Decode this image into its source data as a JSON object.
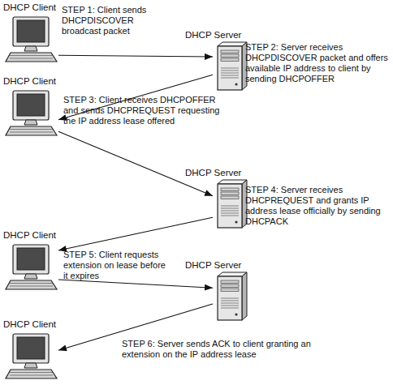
{
  "diagram": {
    "nodes": [
      {
        "text": [
          "DHCP Client"
        ]
      },
      {
        "text": [
          "DHCP Server"
        ]
      },
      {
        "text": [
          "DHCP Client"
        ]
      },
      {
        "text": [
          "DHCP Server"
        ]
      },
      {
        "text": [
          "DHCP Client"
        ]
      },
      {
        "text": [
          "DHCP Server"
        ]
      },
      {
        "text": [
          "DHCP Client"
        ]
      }
    ],
    "edges": [
      {
        "from": 0,
        "to": 1,
        "arrow": "to"
      },
      {
        "from": 1,
        "to": 2,
        "arrow": "to"
      },
      {
        "from": 2,
        "to": 3,
        "arrow": "to"
      },
      {
        "from": 3,
        "to": 4,
        "arrow": "to"
      },
      {
        "from": 4,
        "to": 5,
        "arrow": "to"
      },
      {
        "from": 5,
        "to": 6,
        "arrow": "to"
      }
    ],
    "labels": [
      "STEP 1: Client sends DHCPDISCOVER broadcast packet",
      "STEP 2: Server receives DHCPDISCOVER packet and offers available IP address to client by sending DHCPOFFER",
      "STEP 3: Client receives DHCPOFFER and sends DHCPREQUEST requesting the IP address lease offered",
      "STEP 4: Server receives DHCPREQUEST and grants IP address lease officially by sending DHCPACK",
      "STEP 5: Client requests extension on lease before it expires",
      "STEP 6: Server sends ACK to client granting an extension on the IP address lease"
    ]
  }
}
